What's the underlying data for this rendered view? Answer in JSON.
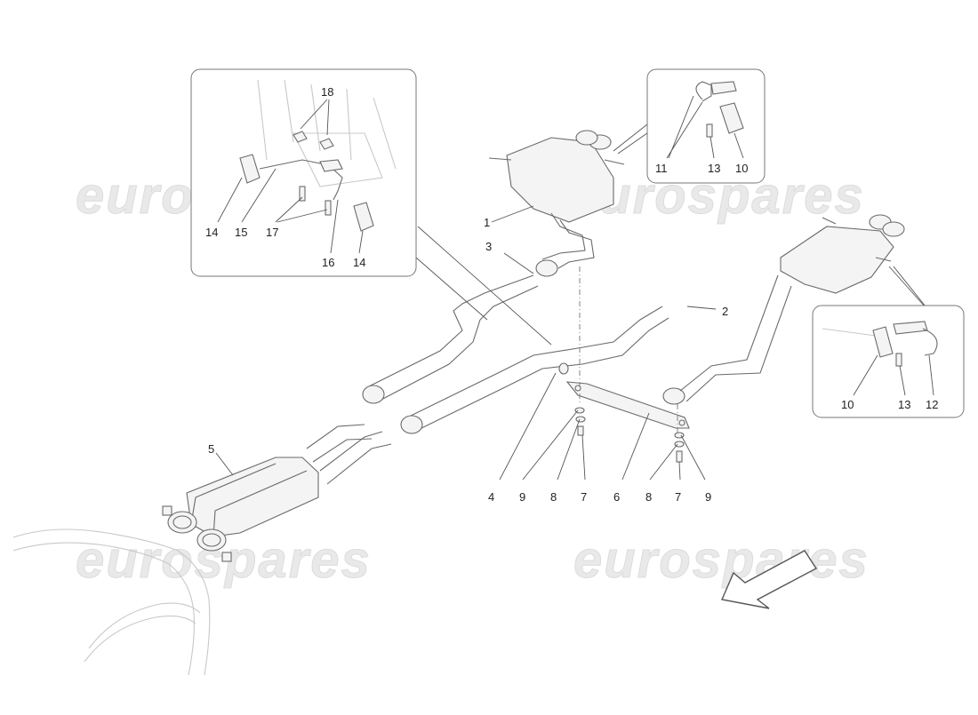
{
  "watermark": {
    "text": "eurospares"
  },
  "callouts": {
    "c1": "1",
    "c2": "2",
    "c3": "3",
    "c4": "4",
    "c5": "5",
    "c6": "6",
    "c7a": "7",
    "c7b": "7",
    "c8a": "8",
    "c8b": "8",
    "c9a": "9",
    "c9b": "9",
    "inset_left": {
      "c18": "18",
      "c14a": "14",
      "c15": "15",
      "c17": "17",
      "c16": "16",
      "c14b": "14"
    },
    "inset_top_right": {
      "c11": "11",
      "c13": "13",
      "c10": "10"
    },
    "inset_right": {
      "c10": "10",
      "c13": "13",
      "c12": "12"
    }
  },
  "colors": {
    "line": "#6a6a6a",
    "ghost": "#c8c8c8",
    "text": "#222222"
  }
}
